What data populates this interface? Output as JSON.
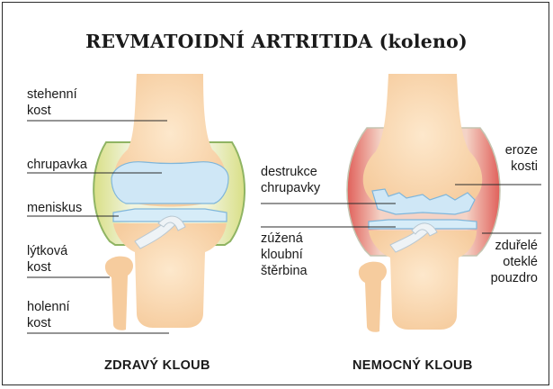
{
  "title": "REVMATOIDNÍ ARTRITIDA (koleno)",
  "healthy": {
    "caption": "ZDRAVÝ KLOUB",
    "labels": {
      "femur": "stehenní\nkost",
      "cartilage": "chrupavka",
      "meniscus": "meniskus",
      "fibula": "lýtková\nkost",
      "tibia": "holenní\nkost"
    }
  },
  "diseased": {
    "caption": "NEMOCNÝ KLOUB",
    "labels": {
      "cartilage_destruction": "destrukce\nchrupavky",
      "narrowed_space": "zúžená\nkloubní\nštěrbina",
      "bone_erosion": "eroze\nkosti",
      "swollen_capsule": "zduřelé\noteklé\npouzdro"
    }
  },
  "colors": {
    "bone": "#fbdcb6",
    "bone_shade": "#f4c89a",
    "cartilage": "#cfe7f6",
    "cartilage_edge": "#7fb6db",
    "capsule_healthy": "#e8f0d2",
    "capsule_yellow": "#e3e48a",
    "capsule_green": "#8fb463",
    "inflamed": "#e0605a",
    "ligament": "#e8eef2",
    "line": "#2b2b2b"
  }
}
